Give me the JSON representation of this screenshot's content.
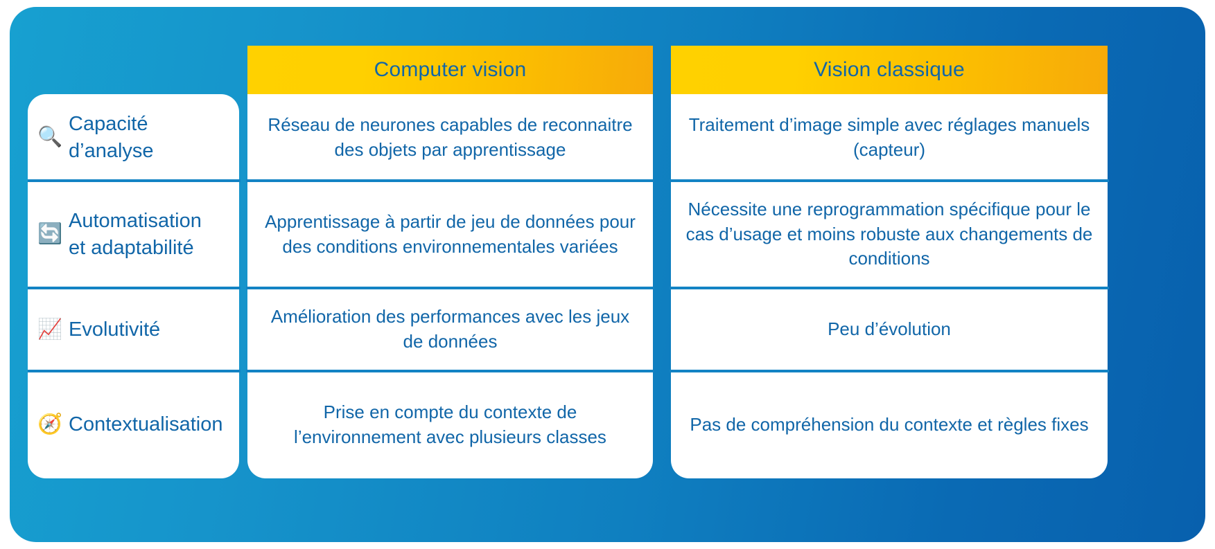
{
  "panel": {
    "background_start": "#17a0d0",
    "background_end": "#0860ad",
    "text_color": "#1166a8",
    "divider_color": "#1383c4",
    "header_gradient_start": "#ffd100",
    "header_gradient_end": "#f7aa09"
  },
  "table": {
    "columns": [
      {
        "key": "criteria",
        "header": ""
      },
      {
        "key": "computer_vision",
        "header": "Computer vision"
      },
      {
        "key": "vision_classique",
        "header": "Vision classique"
      }
    ],
    "rows": [
      {
        "icon": "🔍",
        "icon_name": "magnifying-glass-icon",
        "label": "Capacité\nd’analyse",
        "computer_vision": "Réseau de neurones capables de reconnaitre des objets par apprentissage",
        "vision_classique": "Traitement d’image simple avec réglages manuels (capteur)"
      },
      {
        "icon": "🔄",
        "icon_name": "refresh-sync-icon",
        "label": "Automatisation\net adaptabilité",
        "computer_vision": "Apprentissage à partir de jeu de données pour des conditions environnementales variées",
        "vision_classique": "Nécessite une reprogrammation spécifique pour le cas d’usage et moins robuste aux changements de conditions"
      },
      {
        "icon": "📈",
        "icon_name": "chart-increasing-icon",
        "label": "Evolutivité",
        "computer_vision": "Amélioration des performances avec les jeux de données",
        "vision_classique": "Peu d’évolution"
      },
      {
        "icon": "🧭",
        "icon_name": "compass-icon",
        "label": "Contextualisation",
        "computer_vision": "Prise en compte du contexte de l’environnement avec plusieurs classes",
        "vision_classique": "Pas de compréhension du contexte et règles fixes"
      }
    ]
  }
}
